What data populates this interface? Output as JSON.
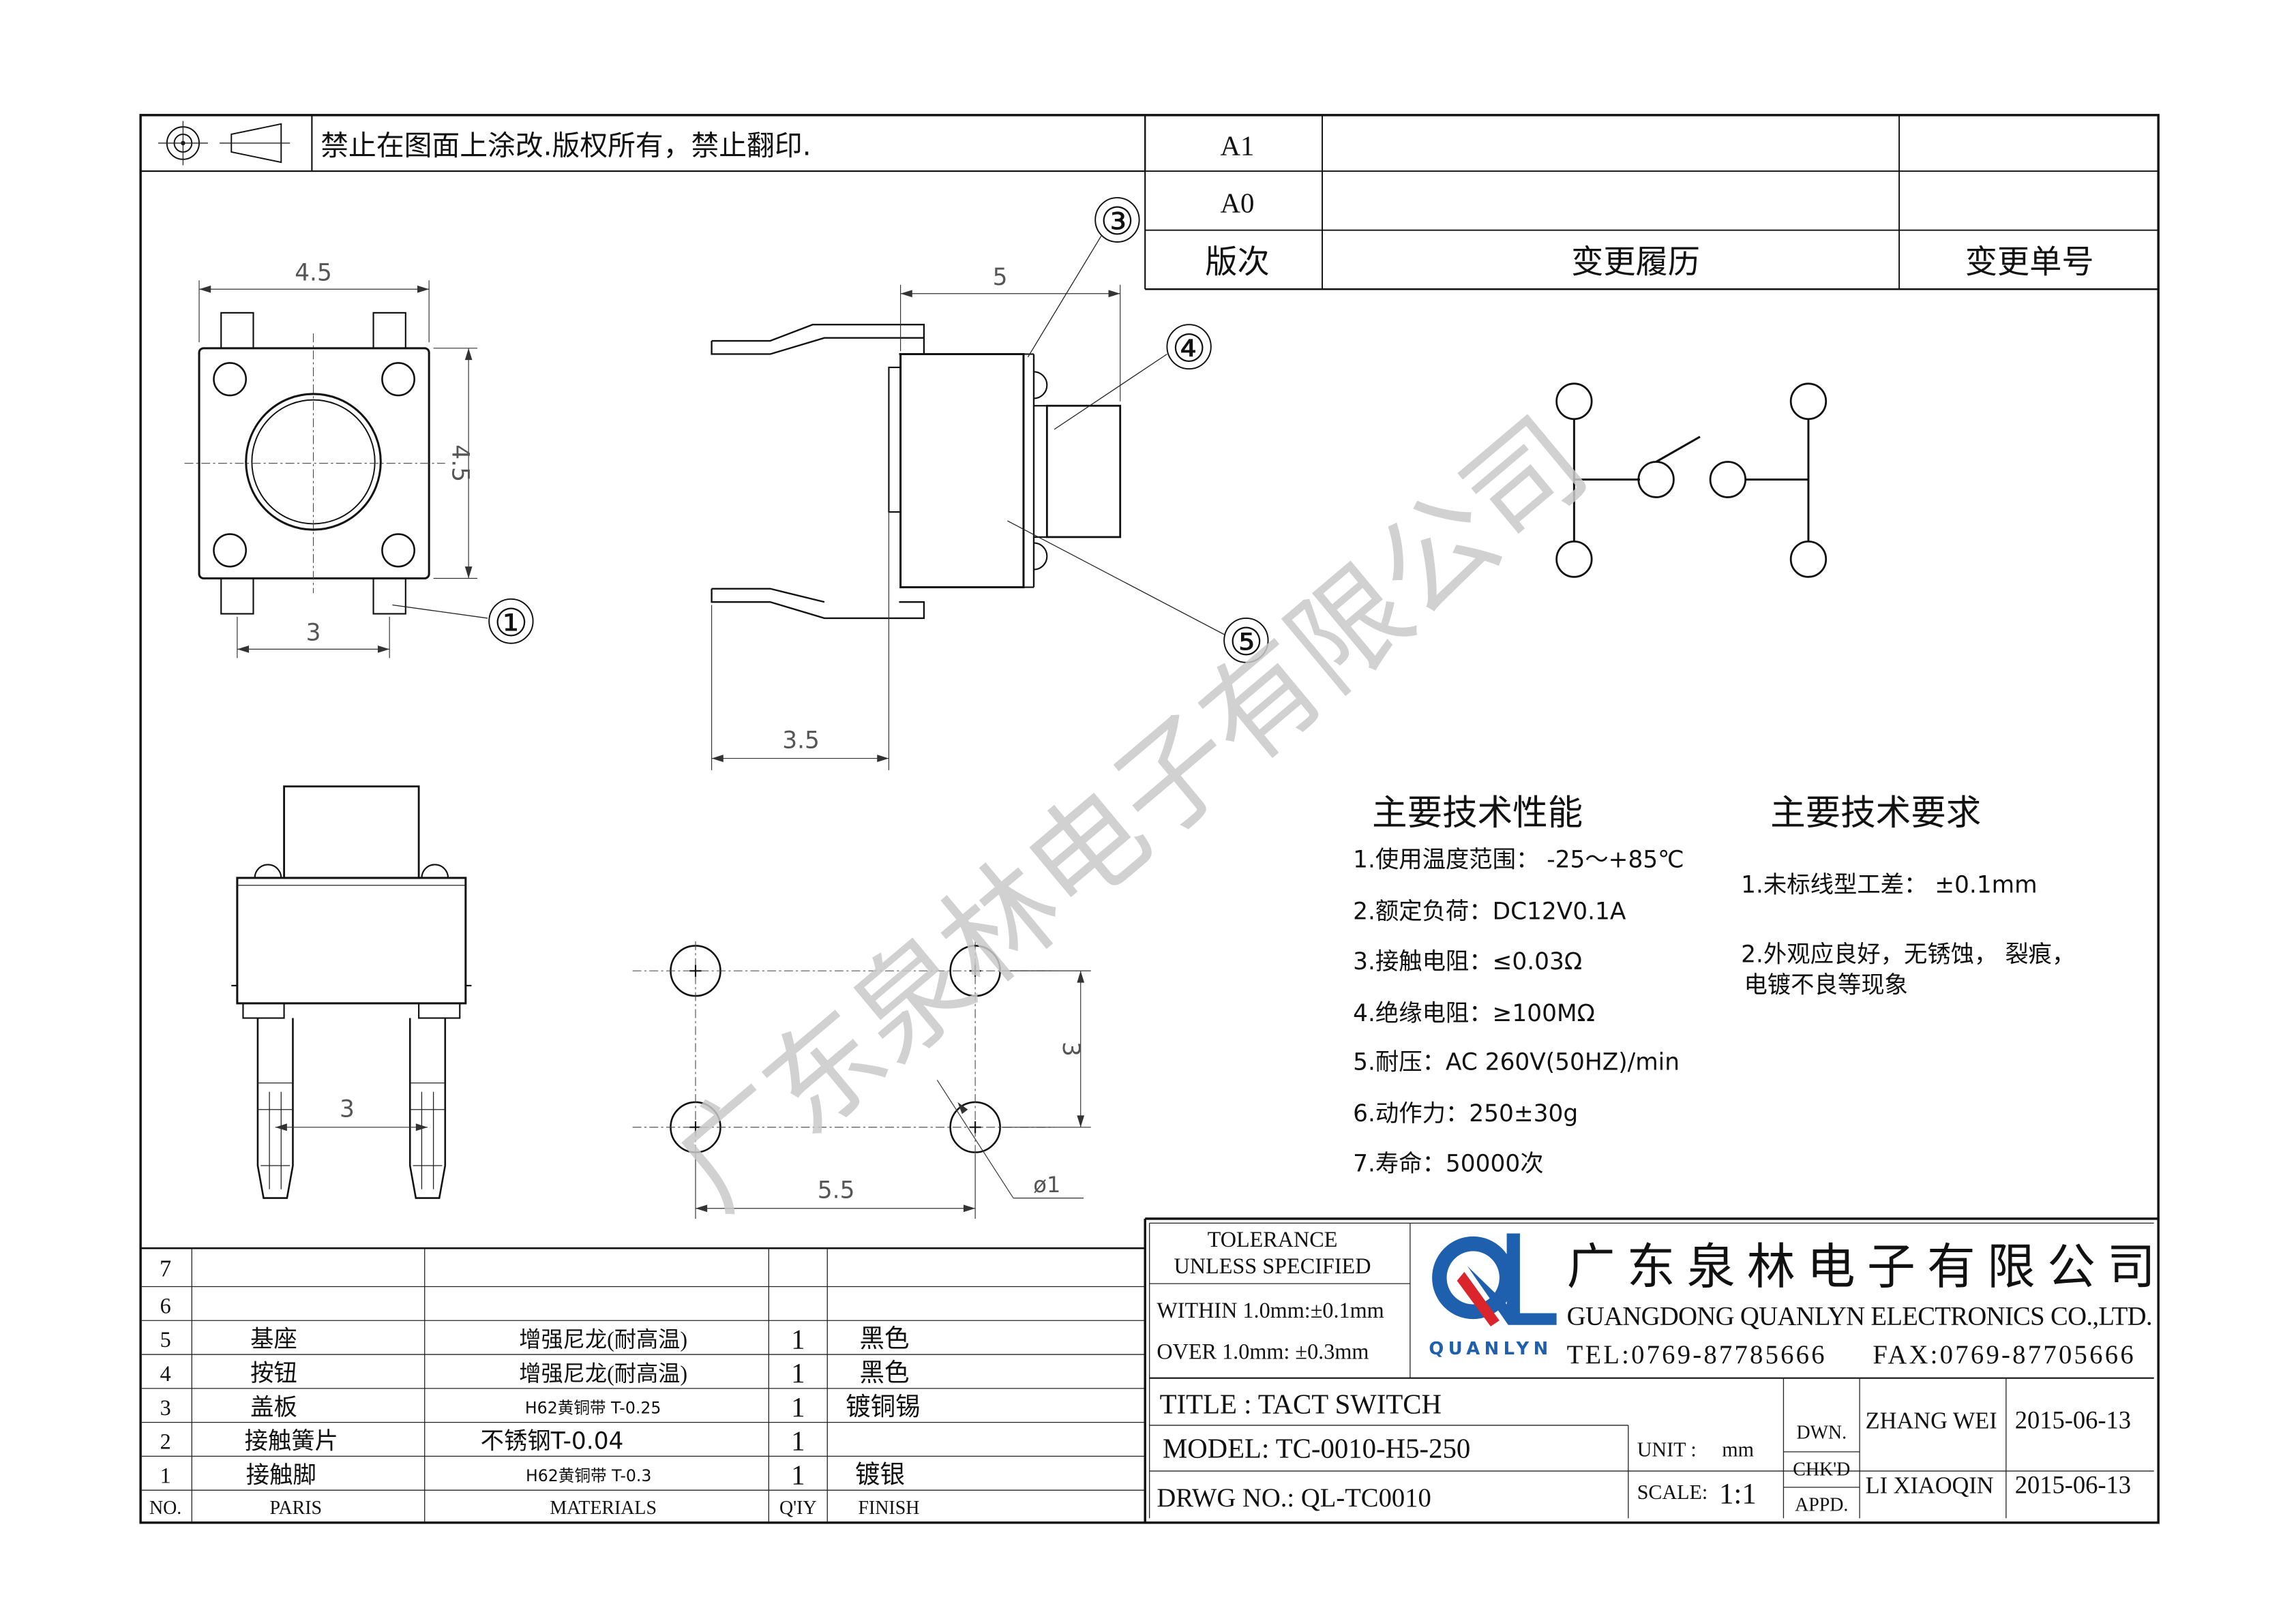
{
  "header_notice": "禁止在图面上涂改.版权所有，禁止翻印.",
  "revision_table": {
    "rows": [
      "A1",
      "A0"
    ],
    "col_version": "版次",
    "col_history": "变更履历",
    "col_number": "变更单号"
  },
  "dimensions": {
    "top_width": "4.5",
    "top_height": "4.5",
    "top_pin_pitch": "3",
    "side_length": "5",
    "side_lead": "3.5",
    "front_pin_pitch": "3",
    "pcb_x": "5.5",
    "pcb_y": "3",
    "pcb_hole": "ø1"
  },
  "callouts": [
    "①",
    "③",
    "④",
    "⑤"
  ],
  "watermark": "广东泉林电子有限公司",
  "performance": {
    "title": "主要技术性能",
    "items": [
      "1.使用温度范围：  -25～+85℃",
      "2.额定负荷：DC12V0.1A",
      "3.接触电阻：≤0.03Ω",
      "4.绝缘电阻：≥100MΩ",
      "5.耐压：AC  260V(50HZ)/min",
      "6.动作力：250±30g",
      "7.寿命：50000次"
    ]
  },
  "requirements": {
    "title": "主要技术要求",
    "item1": "1.未标线型工差：  ±0.1mm",
    "item2_line1": "2.外观应良好，无锈蚀，  裂痕，",
    "item2_line2": "电镀不良等现象"
  },
  "bom": {
    "headers": [
      "NO.",
      "PARIS",
      "MATERIALS",
      "Q'IY",
      "FINISH"
    ],
    "rows": [
      {
        "no": "7",
        "part": "",
        "material": "",
        "qty": "",
        "finish": ""
      },
      {
        "no": "6",
        "part": "",
        "material": "",
        "qty": "",
        "finish": ""
      },
      {
        "no": "5",
        "part": "基座",
        "material": "增强尼龙(耐高温)",
        "qty": "1",
        "finish": "黑色"
      },
      {
        "no": "4",
        "part": "按钮",
        "material": "增强尼龙(耐高温)",
        "qty": "1",
        "finish": "黑色"
      },
      {
        "no": "3",
        "part": "盖板",
        "material": "H62黄铜带 T-0.25",
        "qty": "1",
        "finish": "镀铜锡"
      },
      {
        "no": "2",
        "part": "接触簧片",
        "material": "不锈钢T-0.04",
        "qty": "1",
        "finish": ""
      },
      {
        "no": "1",
        "part": "接触脚",
        "material": "H62黄铜带 T-0.3",
        "qty": "1",
        "finish": "镀银"
      }
    ]
  },
  "title_block": {
    "tolerance_title_1": "TOLERANCE",
    "tolerance_title_2": "UNLESS SPECIFIED",
    "within": "WITHIN 1.0mm:±0.1mm",
    "over": "OVER 1.0mm:  ±0.3mm",
    "logo_text": "QUANLYN",
    "company_cn": "广东泉林电子有限公司",
    "company_en": "GUANGDONG QUANLYN ELECTRONICS CO.,LTD.",
    "tel": "TEL:0769-87785666",
    "fax": "FAX:0769-87705666",
    "title": "TITLE : TACT SWITCH",
    "model": "MODEL:  TC-0010-H5-250",
    "drwg_no": "DRWG NO.:  QL-TC0010",
    "unit_label": "UNIT :",
    "unit_value": "mm",
    "scale_label": "SCALE:",
    "scale_value": "1:1",
    "dwn_label": "DWN.",
    "chkd_label": "CHK'D",
    "appd_label": "APPD.",
    "dwn_name": "ZHANG WEI",
    "dwn_date": "2015-06-13",
    "chk_name": "LI XIAOQIN",
    "chk_date": "2015-06-13"
  },
  "colors": {
    "logo_blue": "#1e5fae",
    "logo_red": "#d9252b",
    "line": "#111111",
    "watermark": "#c9c9c9"
  }
}
